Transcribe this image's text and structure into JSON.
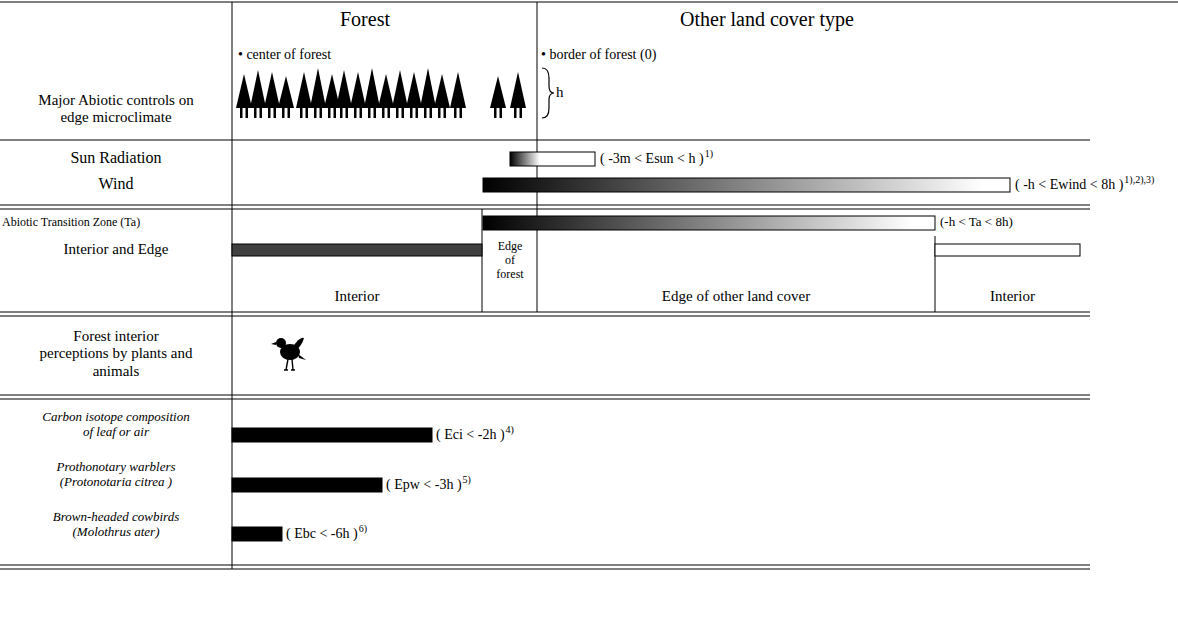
{
  "diagram": {
    "labels": [
      "Forest",
      "Other land cover type",
      "Major Abiotic controls on edge microclimate",
      "• center of forest",
      "• border of forest (0)",
      "h",
      "Sun Radiation",
      "( -3m < Esun < h )",
      "1)",
      "Wind",
      "( -h < Ewind < 8h )",
      "1),2),3)",
      "Abiotic Transition Zone (Ta)",
      "(-h < Ta < 8h)",
      "Interior and Edge",
      "Edge of forest",
      "Interior",
      "Edge of other land cover",
      "Interior",
      "Forest interior perceptions by plants and animals",
      "Carbon isotope composition of leaf or air",
      "( Eci < -2h )",
      "4)",
      "Prothonotary warblers (Protonotaria citrea )",
      "( Epw < -3h )",
      "5)",
      "Brown-headed cowbirds (Molothrus ater)",
      "( Ebc < -6h )",
      "6)"
    ]
  }
}
